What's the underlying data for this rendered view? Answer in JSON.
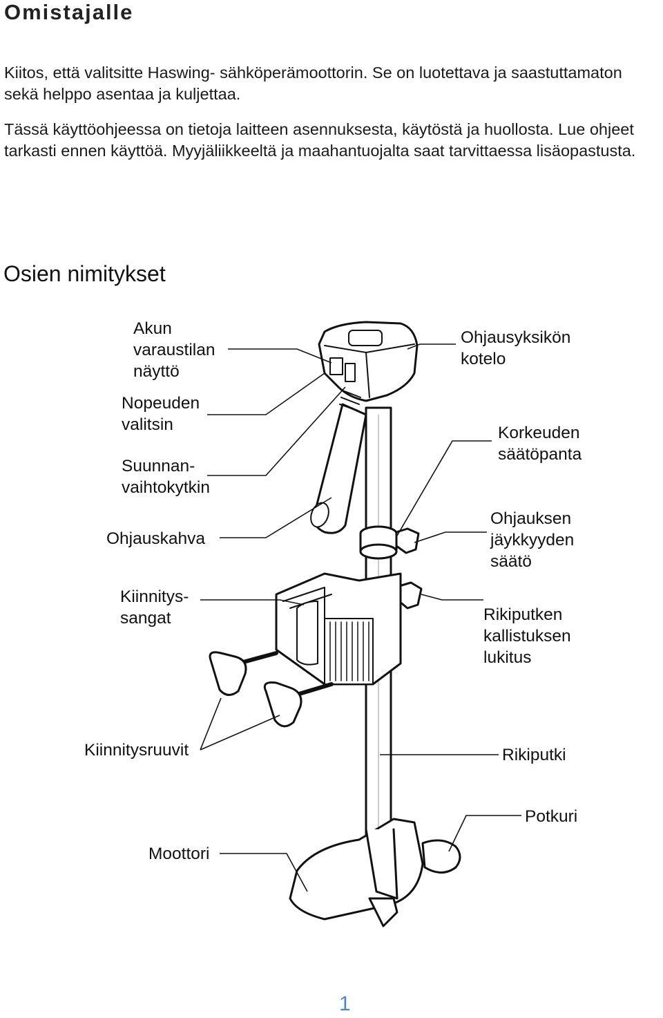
{
  "title": "Omistajalle",
  "paragraphs": [
    "Kiitos, että valitsitte Haswing- sähköperämoottorin. Se on luotettava ja saastuttamaton sekä helppo asentaa ja kuljettaa.",
    "Tässä käyttöohjeessa on tietoja laitteen asennuksesta, käytöstä ja huollosta. Lue ohjeet tarkasti ennen käyttöä. Myyjäliikkeeltä ja maahantuojalta saat tarvittaessa lisäopastusta."
  ],
  "section_title": "Osien nimitykset",
  "labels": {
    "akun": "Akun\nvaraustilan\nnäyttö",
    "nopeuden": "Nopeuden\nvalitsin",
    "suunnan": "Suunnan-\nvaihtokytkin",
    "ohjauskahva": "Ohjauskahva",
    "kiinnitysSangat": "Kiinnitys-\nsangat",
    "kiinnitysruuvit": "Kiinnitysruuvit",
    "moottori": "Moottori",
    "ohjausyksikon": "Ohjausyksikön\nkotelo",
    "korkeuden": "Korkeuden\nsäätöpanta",
    "ohjauksen": "Ohjauksen\njäykkyyden\nsäätö",
    "rikiputken": "Rikiputken\nkallistuksen\nlukitus",
    "rikiputki": "Rikiputki",
    "potkuri": "Potkuri"
  },
  "page_number": "1"
}
